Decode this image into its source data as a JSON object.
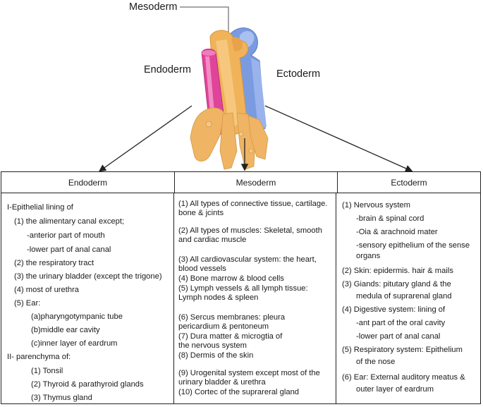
{
  "labels": {
    "mesoderm": "Mesoderm",
    "endoderm": "Endoderm",
    "ectoderm": "Ectoderm"
  },
  "colors": {
    "endoderm": "#e0449a",
    "mesoderm": "#f0b35a",
    "ectoderm": "#7a9be0",
    "outline": "#222222"
  },
  "table": {
    "headers": [
      "Endoderm",
      "Mesoderm",
      "Ectoderm"
    ],
    "endoderm": [
      "I-Epithelial lining of",
      "(1) the alimentary canal except;",
      "-anterior part of mouth",
      "-lower part of anal canal",
      "(2) the respiratory tract",
      "(3) the urinary bladder (except the trigone)",
      "(4) most of urethra",
      "(5) Ear:",
      "(a)pharyngotympanic tube",
      "(b)middle ear cavity",
      "(c)inner layer of eardrum",
      "II- parenchyma of:",
      "(1) Tonsil",
      "(2) Thyroid & parathyroid glands",
      "(3) Thymus gland"
    ],
    "mesoderm": [
      "(1) All types of connective tissue, cartilage.",
      "bone & jcints",
      "(2) All types of muscles: Skeletal, smooth",
      "and cardiac muscle",
      "(3) All cardiovascular system: the heart,",
      "blood vessels",
      "(4) Bone marrow & blood cells",
      "(5) Lymph vessels & all lymph tissue:",
      "Lymph nodes & spleen",
      "(6) Sercus membranes: pleura",
      "pericardium & pentoneum",
      "(7) Dura matter & microgtia of",
      "the nervous system",
      "(8) Dermis of the skin",
      "(9) Urogenital system except most of the",
      "urinary bladder & urethra",
      "(10)  Cortec of the suprareral gland"
    ],
    "ectoderm": [
      "(1) Nervous system",
      "-brain & spinal cord",
      "-Oia & arachnoid mater",
      "-sensory epithelium of the sense",
      "organs",
      "(2) Skin: epidermis. hair & mails",
      "(3) Giands: pitutary gland & the",
      "medula of suprarenal gland",
      "(4) Digestive system: lining of",
      "-ant part of the oral cavity",
      "-lower part of anal canal",
      "(5) Respiratory system: Epithelium",
      "of the nose",
      "(6) Ear: External auditory meatus &",
      "outer layer of eardrum"
    ]
  }
}
